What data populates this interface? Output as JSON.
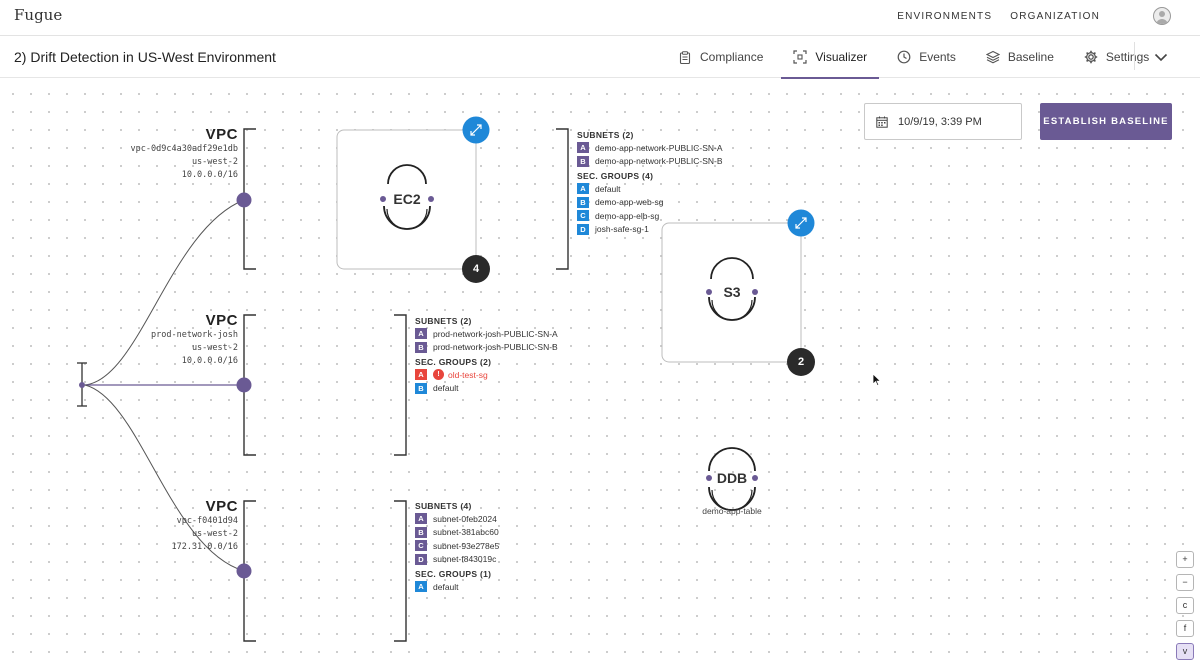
{
  "app": {
    "logo": "Fugue",
    "nav": [
      "ENVIRONMENTS",
      "ORGANIZATION"
    ]
  },
  "page": {
    "title": "2) Drift Detection in US-West Environment"
  },
  "tabs": [
    {
      "label": "Compliance",
      "icon": "clipboard-icon"
    },
    {
      "label": "Visualizer",
      "icon": "visualizer-icon",
      "active": true
    },
    {
      "label": "Events",
      "icon": "clock-icon"
    },
    {
      "label": "Baseline",
      "icon": "layers-icon"
    },
    {
      "label": "Settings",
      "icon": "gear-icon"
    }
  ],
  "toolbar": {
    "date_value": "10/9/19, 3:39 PM",
    "establish_label": "ESTABLISH BASELINE"
  },
  "vpcs": [
    {
      "title": "VPC",
      "id": "vpc-0d9c4a30adf29e1db",
      "region": "us-west-2",
      "cidr": "10.0.0.0/16",
      "subnets_header": "SUBNETS (2)",
      "subnets": [
        {
          "badge": "A",
          "name": "demo-app-network-PUBLIC-SN-A"
        },
        {
          "badge": "B",
          "name": "demo-app-network-PUBLIC-SN-B"
        }
      ],
      "sg_header": "SEC. GROUPS (4)",
      "sgs": [
        {
          "badge": "A",
          "name": "default"
        },
        {
          "badge": "B",
          "name": "demo-app-web-sg"
        },
        {
          "badge": "C",
          "name": "demo-app-elb-sg"
        },
        {
          "badge": "D",
          "name": "josh-safe-sg-1"
        }
      ]
    },
    {
      "title": "VPC",
      "id": "prod-network-josh",
      "region": "us-west-2",
      "cidr": "10.0.0.0/16",
      "subnets_header": "SUBNETS (2)",
      "subnets": [
        {
          "badge": "A",
          "name": "prod-network-josh-PUBLIC-SN-A"
        },
        {
          "badge": "B",
          "name": "prod-network-josh-PUBLIC-SN-B"
        }
      ],
      "sg_header": "SEC. GROUPS (2)",
      "sgs": [
        {
          "badge": "A",
          "name": "old-test-sg",
          "drift": true
        },
        {
          "badge": "B",
          "name": "default"
        }
      ]
    },
    {
      "title": "VPC",
      "id": "vpc-f0401d94",
      "region": "us-west-2",
      "cidr": "172.31.0.0/16",
      "subnets_header": "SUBNETS (4)",
      "subnets": [
        {
          "badge": "A",
          "name": "subnet-0feb2024"
        },
        {
          "badge": "B",
          "name": "subnet-381abc60"
        },
        {
          "badge": "C",
          "name": "subnet-93e278e5"
        },
        {
          "badge": "D",
          "name": "subnet-f843019c"
        }
      ],
      "sg_header": "SEC. GROUPS (1)",
      "sgs": [
        {
          "badge": "A",
          "name": "default"
        }
      ]
    }
  ],
  "services": [
    {
      "name": "EC2",
      "count": "4"
    },
    {
      "name": "S3",
      "count": "2"
    },
    {
      "name": "DDB",
      "label": "demo-app-table"
    }
  ],
  "zoom_controls": [
    "+",
    "−",
    "c",
    "f",
    "v"
  ],
  "colors": {
    "brand_purple": "#6a5a94",
    "accent_blue": "#1f88d8",
    "drift_red": "#e8453c",
    "dark_node": "#2a2a2a"
  }
}
